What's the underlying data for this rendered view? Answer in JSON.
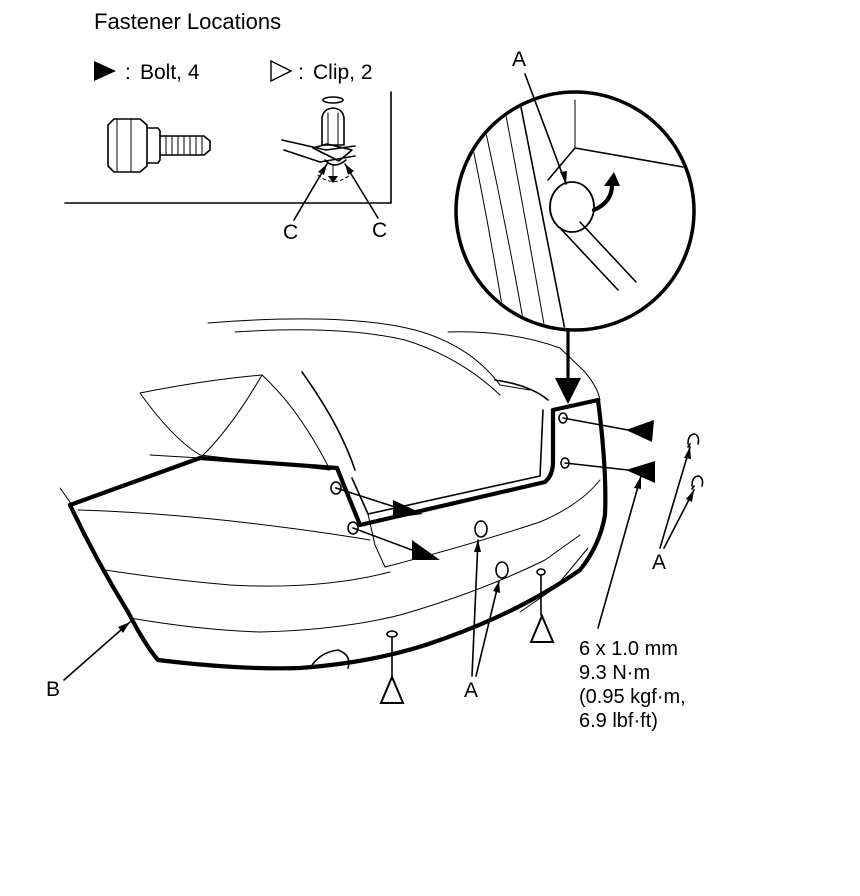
{
  "legend": {
    "title": "Fastener Locations",
    "bolt": "Bolt, 4",
    "clip": "Clip, 2",
    "separator": ":"
  },
  "labels": {
    "a": "A",
    "b": "B",
    "c": "C"
  },
  "torque_spec": {
    "line1": "6 x 1.0 mm",
    "line2": "9.3 N·m",
    "line3": "(0.95 kgf·m,",
    "line4": "6.9 lbf·ft)"
  },
  "icons": {
    "bolt_marker": "filled-triangle-right",
    "clip_marker": "outline-triangle-right"
  }
}
